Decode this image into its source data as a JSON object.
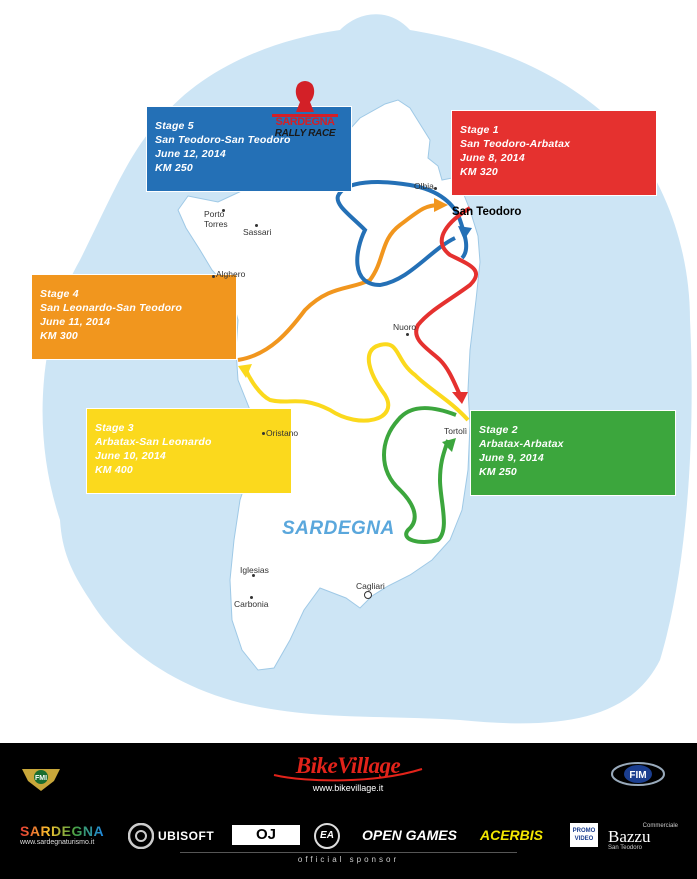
{
  "stages": [
    {
      "id": "stage-1",
      "color": "#e5312f",
      "lines": [
        "Stage 1",
        "San Teodoro-Arbatax",
        "June 8, 2014",
        "KM 320"
      ]
    },
    {
      "id": "stage-2",
      "color": "#3ca63d",
      "lines": [
        "Stage 2",
        "Arbatax-Arbatax",
        "June 9, 2014",
        "KM 250"
      ]
    },
    {
      "id": "stage-3",
      "color": "#fbd91d",
      "lines": [
        "Stage 3",
        "Arbatax-San Leonardo",
        "June 10, 2014",
        "KM 400"
      ]
    },
    {
      "id": "stage-4",
      "color": "#f1961e",
      "lines": [
        "Stage 4",
        "San Leonardo-San Teodoro",
        "June 11, 2014",
        "KM 300"
      ]
    },
    {
      "id": "stage-5",
      "color": "#2470b6",
      "lines": [
        "Stage 5",
        "San Teodoro-San Teodoro",
        "June 12, 2014",
        "KM 250"
      ]
    }
  ],
  "start_label": "San Teodoro",
  "island_label": "SARDEGNA",
  "cities": {
    "olbia": "Olbia",
    "porto_torres_1": "Porto",
    "porto_torres_2": "Torres",
    "sassari": "Sassari",
    "alghero": "Alghero",
    "nuoro": "Nuoro",
    "oristano": "Oristano",
    "tortoli": "Tortolì",
    "iglesias": "Iglesias",
    "carbonia": "Carbonia",
    "cagliari": "Cagliari"
  },
  "event_logo": {
    "line1": "SARDEGNA",
    "line2": "RALLY RACE"
  },
  "footer": {
    "bikevillage": "BikeVillage",
    "url": "www.bikevillage.it",
    "sponsors": {
      "sardegna": "SARDEGNA",
      "sardegna_url": "www.sardegnaturismo.it",
      "ubisoft": "UBISOFT",
      "oj": "OJ",
      "ea": "EA",
      "opengames": "OPEN GAMES",
      "acerbis": "ACERBIS",
      "promo": "PROMO VIDEO",
      "bazzu_small": "Commerciale",
      "bazzu": "Bazzu",
      "bazzu_sub": "San Teodoro",
      "fim": "FIM",
      "fmi": "FMI"
    },
    "official": "official sponsor"
  },
  "colors": {
    "sea": "#cde5f5",
    "land": "#ffffff",
    "footer": "#000000"
  }
}
